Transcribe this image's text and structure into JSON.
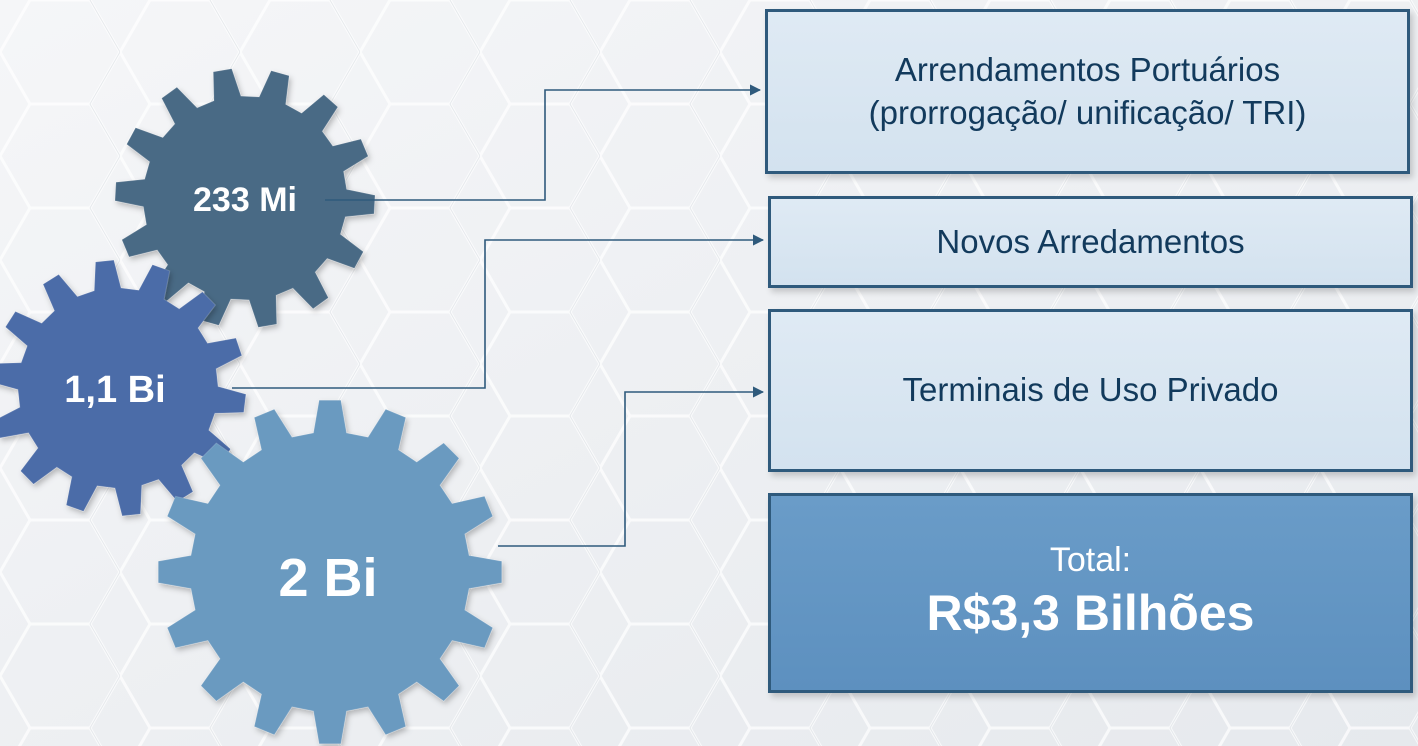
{
  "gears": [
    {
      "label": "233 Mi",
      "color": "#4a6a85"
    },
    {
      "label": "1,1 Bi",
      "color": "#4c6ca8"
    },
    {
      "label": "2 Bi",
      "color": "#6a9ac0"
    }
  ],
  "boxes": {
    "arrendamentos": {
      "line1": "Arrendamentos Portuários",
      "line2": "(prorrogação/ unificação/ TRI)"
    },
    "novos": {
      "label": "Novos Arredamentos"
    },
    "terminais": {
      "label": "Terminais de Uso Privado"
    },
    "total": {
      "label": "Total:",
      "value": "R$3,3 Bilhões"
    }
  },
  "colors": {
    "connector": "#2f5a7c",
    "box_fill": "#d8e5f1",
    "total_fill": "#6396c4",
    "text": "#123a5c"
  }
}
